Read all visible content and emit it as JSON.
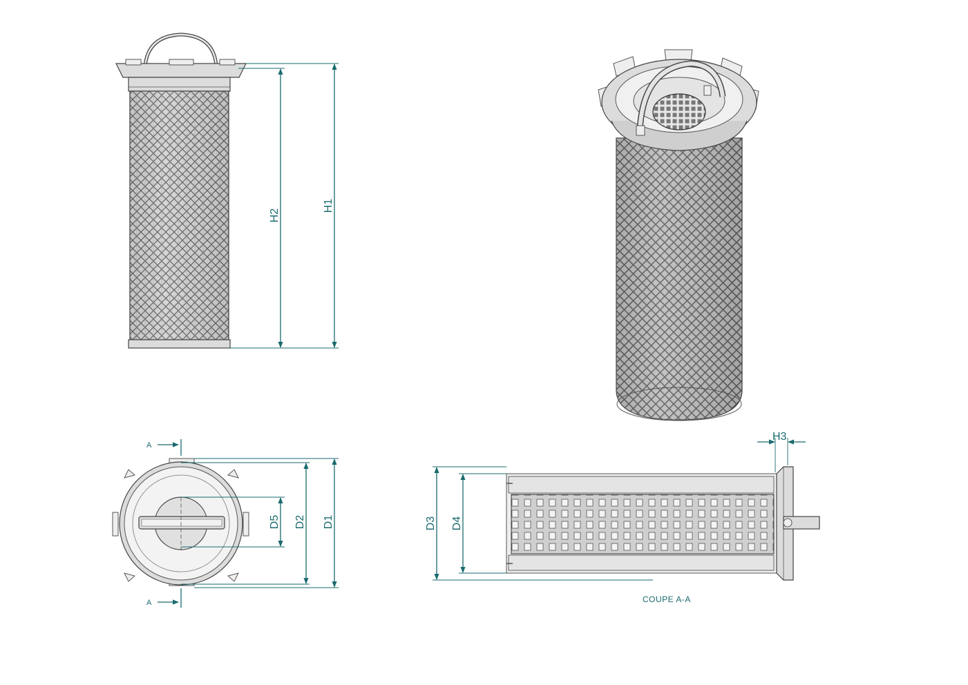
{
  "labels": {
    "h1": "H1",
    "h2": "H2",
    "h3": "H3",
    "d1": "D1",
    "d2": "D2",
    "d3": "D3",
    "d4": "D4",
    "d5": "D5",
    "section_marker_top": "A",
    "section_marker_bottom": "A",
    "section_caption": "COUPE A-A"
  },
  "colors": {
    "dimension": "#1a6a6e",
    "metal": "#dcdcdc",
    "mesh_dark": "#5a5a5a",
    "outline": "#333333"
  }
}
